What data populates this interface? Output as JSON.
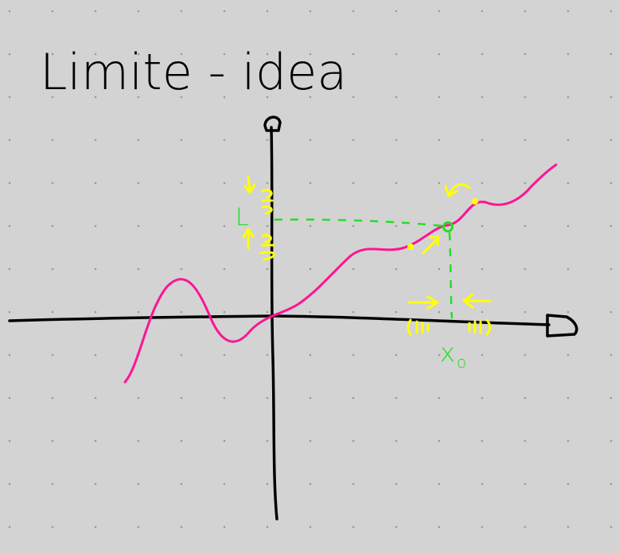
{
  "title": "Limite - idea",
  "labels": {
    "limit": "L",
    "point": "x",
    "point_subscript": "o"
  },
  "colors": {
    "background": "#d3d3d3",
    "grid_dot": "#9a9a9a",
    "axes": "#000000",
    "curve": "#ff1493",
    "guide": "#22e022",
    "approach": "#ffff00"
  }
}
